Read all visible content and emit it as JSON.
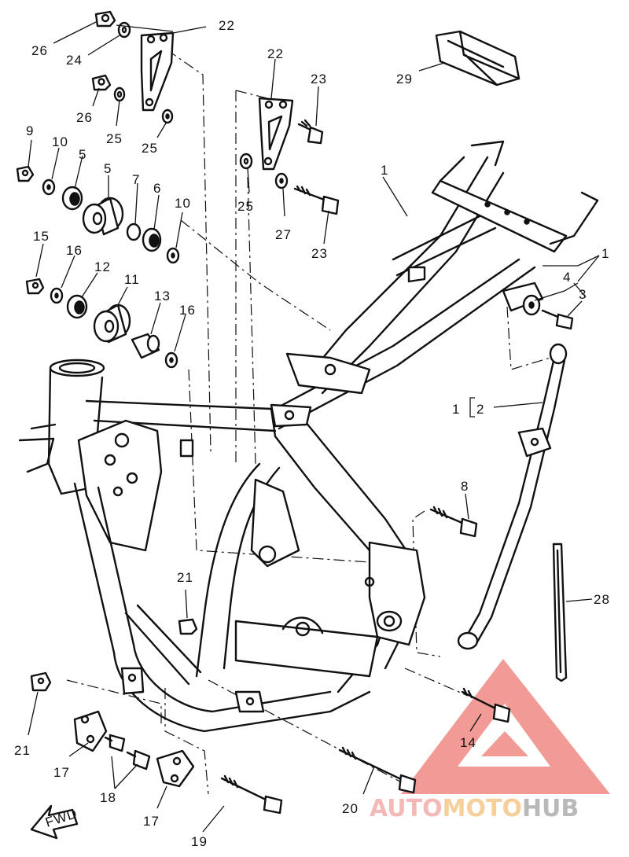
{
  "callouts": [
    "1",
    "2",
    "3",
    "4",
    "5",
    "6",
    "7",
    "8",
    "9",
    "10",
    "11",
    "12",
    "13",
    "14",
    "15",
    "16",
    "17",
    "18",
    "19",
    "20",
    "21",
    "22",
    "23",
    "24",
    "25",
    "26",
    "27",
    "28",
    "29"
  ],
  "fwd_label": "FWD",
  "watermark": {
    "part1": "AUTO",
    "part2": "MOTO",
    "part3": "HUB",
    "colors": {
      "auto": "#f4b9b6",
      "moto": "#f7cf9a",
      "hub": "#b9b9b9",
      "triangle": "#f08a84"
    }
  }
}
